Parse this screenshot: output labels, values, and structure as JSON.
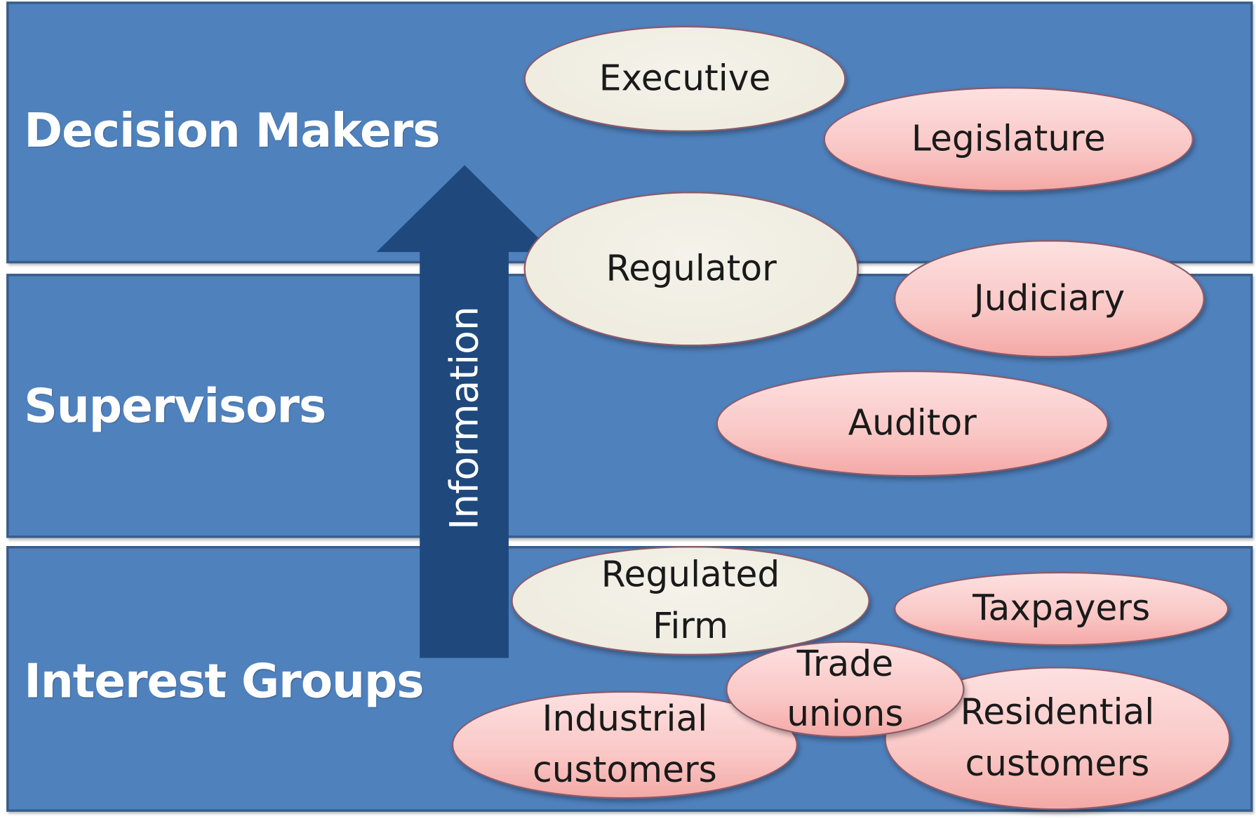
{
  "bands": [
    {
      "label": "Decision Makers"
    },
    {
      "label": "Supervisors"
    },
    {
      "label": "Interest Groups"
    }
  ],
  "arrow": {
    "label": "Information",
    "color": "#1f497d"
  },
  "colors": {
    "band_fill": "#4f81bd",
    "band_border": "#385d8a",
    "cream": "#eeeadd",
    "pink": "#f8c5c3"
  },
  "nodes": {
    "executive": "Executive",
    "legislature": "Legislature",
    "regulator": "Regulator",
    "judiciary": "Judiciary",
    "auditor": "Auditor",
    "regulated_firm": "Regulated\nFirm",
    "taxpayers": "Taxpayers",
    "trade_unions": "Trade\nunions",
    "industrial_customers": "Industrial\ncustomers",
    "residential_customers": "Residential\ncustomers"
  }
}
